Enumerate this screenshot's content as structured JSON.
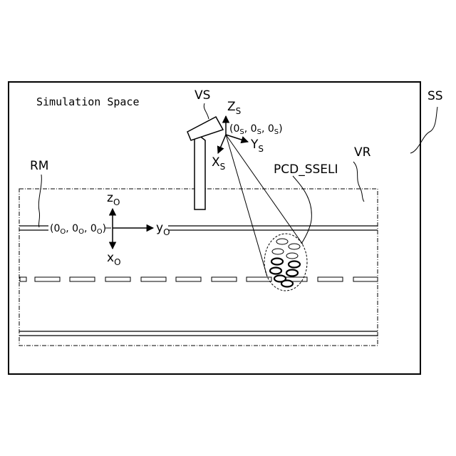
{
  "labels": {
    "simulation_space": "Simulation Space",
    "ss": "SS",
    "vs": "VS",
    "vr": "VR",
    "rm": "RM",
    "pcd": "PCD_SSELI"
  },
  "sensor_axes": {
    "z": {
      "main": "Z",
      "sub": "S"
    },
    "y": {
      "main": "Y",
      "sub": "S"
    },
    "x": {
      "main": "X",
      "sub": "S"
    },
    "origin": {
      "open": "(",
      "a": "0",
      "a_sub": "S",
      "sep1": ", ",
      "b": "0",
      "b_sub": "S",
      "sep2": ", ",
      "c": "0",
      "c_sub": "S",
      "close": ")"
    }
  },
  "road_axes": {
    "z": {
      "main": "z",
      "sub": "O"
    },
    "y": {
      "main": "y",
      "sub": "O"
    },
    "x": {
      "main": "x",
      "sub": "O"
    },
    "origin": {
      "open": "(",
      "a": "0",
      "a_sub": "O",
      "sep1": ", ",
      "b": "0",
      "b_sub": "O",
      "sep2": ", ",
      "c": "0",
      "c_sub": "O",
      "close": ")"
    }
  }
}
